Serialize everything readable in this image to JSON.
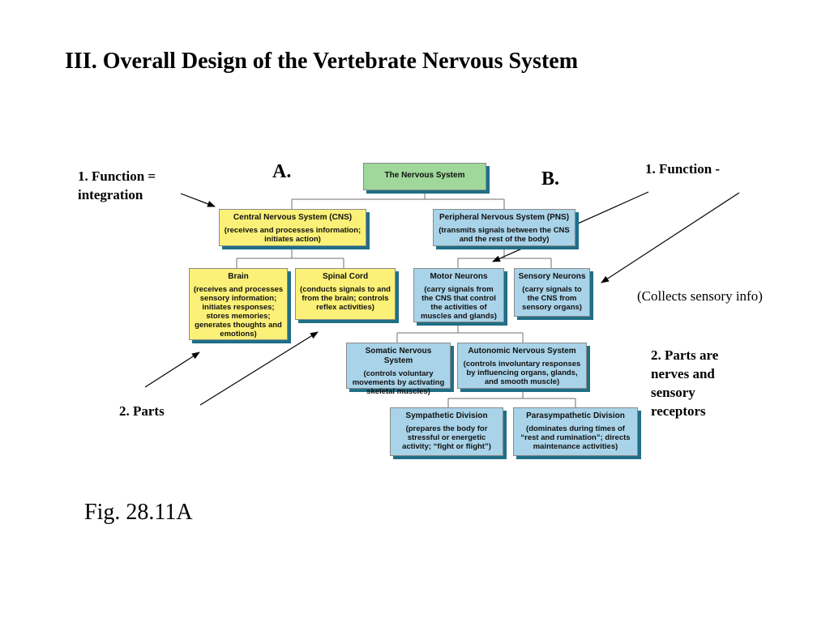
{
  "slide": {
    "title": "III. Overall Design of the Vertebrate Nervous System",
    "figure_label": "Fig. 28.11A"
  },
  "annotations": {
    "letter_a": "A.",
    "letter_b": "B.",
    "left_function_line1": "1. Function =",
    "left_function_line2": "integration",
    "left_parts": "2. Parts",
    "right_function": "1. Function -",
    "right_collects": "(Collects sensory info)",
    "right_parts_line1": "2. Parts are",
    "right_parts_line2": "nerves and",
    "right_parts_line3": "sensory",
    "right_parts_line4": "receptors"
  },
  "diagram": {
    "nervous_system": {
      "title": "The Nervous System"
    },
    "cns": {
      "title": "Central Nervous System (CNS)",
      "desc": "(receives and processes information; initiates action)"
    },
    "pns": {
      "title": "Peripheral Nervous System (PNS)",
      "desc": "(transmits signals between the CNS and the rest of the body)"
    },
    "brain": {
      "title": "Brain",
      "desc": "(receives and processes sensory information; initiates responses; stores memories; generates thoughts and emotions)"
    },
    "spinal_cord": {
      "title": "Spinal Cord",
      "desc": "(conducts signals to and from the brain; controls reflex activities)"
    },
    "motor_neurons": {
      "title": "Motor Neurons",
      "desc": "(carry signals from the CNS that control the activities of muscles and glands)"
    },
    "sensory_neurons": {
      "title": "Sensory Neurons",
      "desc": "(carry signals to the CNS from sensory organs)"
    },
    "somatic": {
      "title": "Somatic Nervous System",
      "desc": "(controls voluntary movements by activating skeletal muscles)"
    },
    "autonomic": {
      "title": "Autonomic Nervous System",
      "desc": "(controls involuntary responses by influencing organs, glands, and smooth muscle)"
    },
    "sympathetic": {
      "title": "Sympathetic Division",
      "desc": "(prepares the body for stressful or energetic activity; “fight or flight”)"
    },
    "parasympathetic": {
      "title": "Parasympathetic Division",
      "desc": "(dominates during times of “rest and rumination”; directs maintenance activities)"
    }
  },
  "colors": {
    "central": "#fbf178",
    "peripheral": "#a9d3e8",
    "root": "#9fd89a",
    "shadow": "#1f6f86"
  }
}
